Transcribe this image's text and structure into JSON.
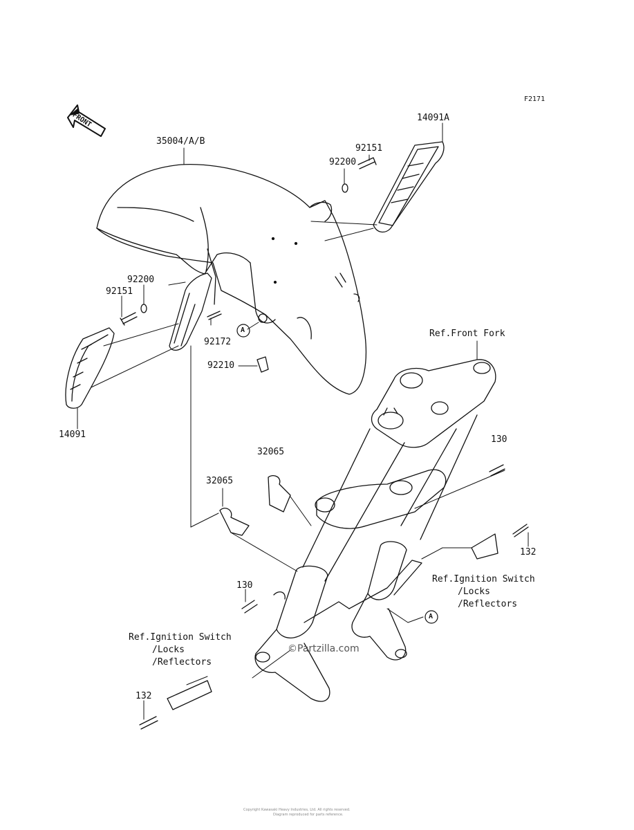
{
  "figure_code": "F2171",
  "front_arrow": {
    "text": "FRONT"
  },
  "callouts": {
    "fender": "35004/A/B",
    "cover_right": "14091A",
    "bolt_upper": "92151",
    "washer_upper": "92200",
    "washer_left": "92200",
    "bolt_left": "92151",
    "screw_92172": "92172",
    "clip_92210": "92210",
    "cover_left": "14091",
    "ref_front_fork": "Ref.Front Fork",
    "bolt_130_right": "130",
    "bracket_32065_top": "32065",
    "bracket_32065": "32065",
    "bolt_132_right": "132",
    "ref_ignition_right_1": "Ref.Ignition Switch",
    "ref_ignition_right_2": "/Locks",
    "ref_ignition_right_3": "/Reflectors",
    "bolt_130_left": "130",
    "ref_ignition_left_1": "Ref.Ignition Switch",
    "ref_ignition_left_2": "/Locks",
    "ref_ignition_left_3": "/Reflectors",
    "bolt_132_left": "132",
    "marker_a_left": "A",
    "marker_a_right": "A"
  },
  "watermark": "©Partzilla.com",
  "footer_line_1": "Copyright Kawasaki Heavy Industries, Ltd. All rights reserved.",
  "footer_line_2": "Diagram reproduced for parts reference."
}
